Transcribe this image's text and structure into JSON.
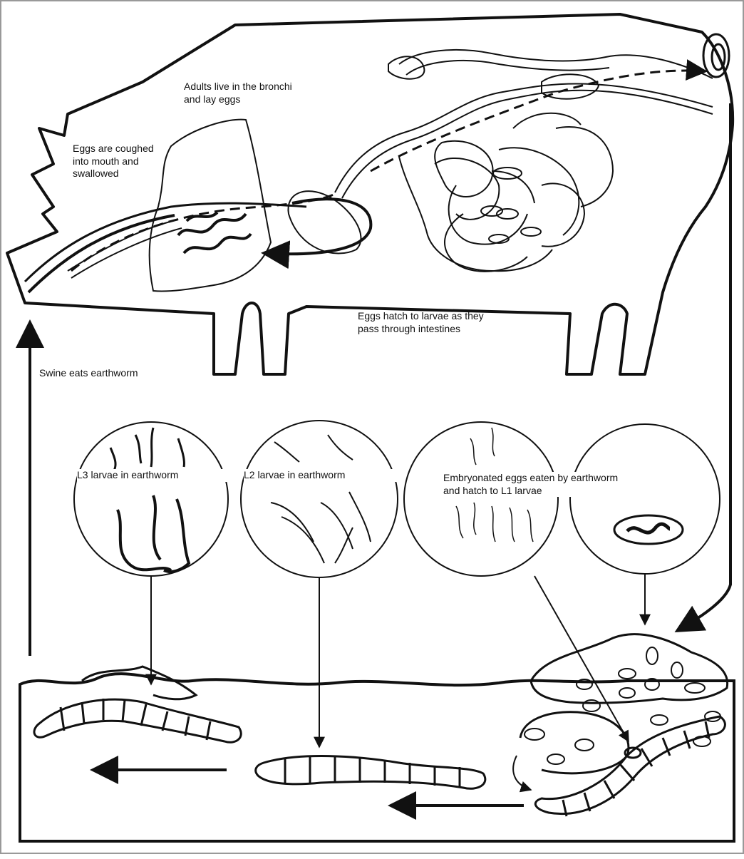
{
  "labels": {
    "adults_bronchi": "Adults live in the bronchi\nand lay eggs",
    "eggs_coughed": "Eggs are coughed\ninto mouth and\nswallowed",
    "eggs_hatch": "Eggs hatch to larvae as they\npass through intestines",
    "swine_eats": "Swine eats earthworm",
    "l3_larvae": "L3 larvae in earthworm",
    "l2_larvae": "L2 larvae in earthworm",
    "embryonated": "Embryonated eggs eaten by earthworm\nand hatch to L1 larvae"
  },
  "icons": [
    "pig-outline",
    "lung-icon",
    "earthworm-icon",
    "larva-circle",
    "egg-icon",
    "arrow-icon"
  ]
}
